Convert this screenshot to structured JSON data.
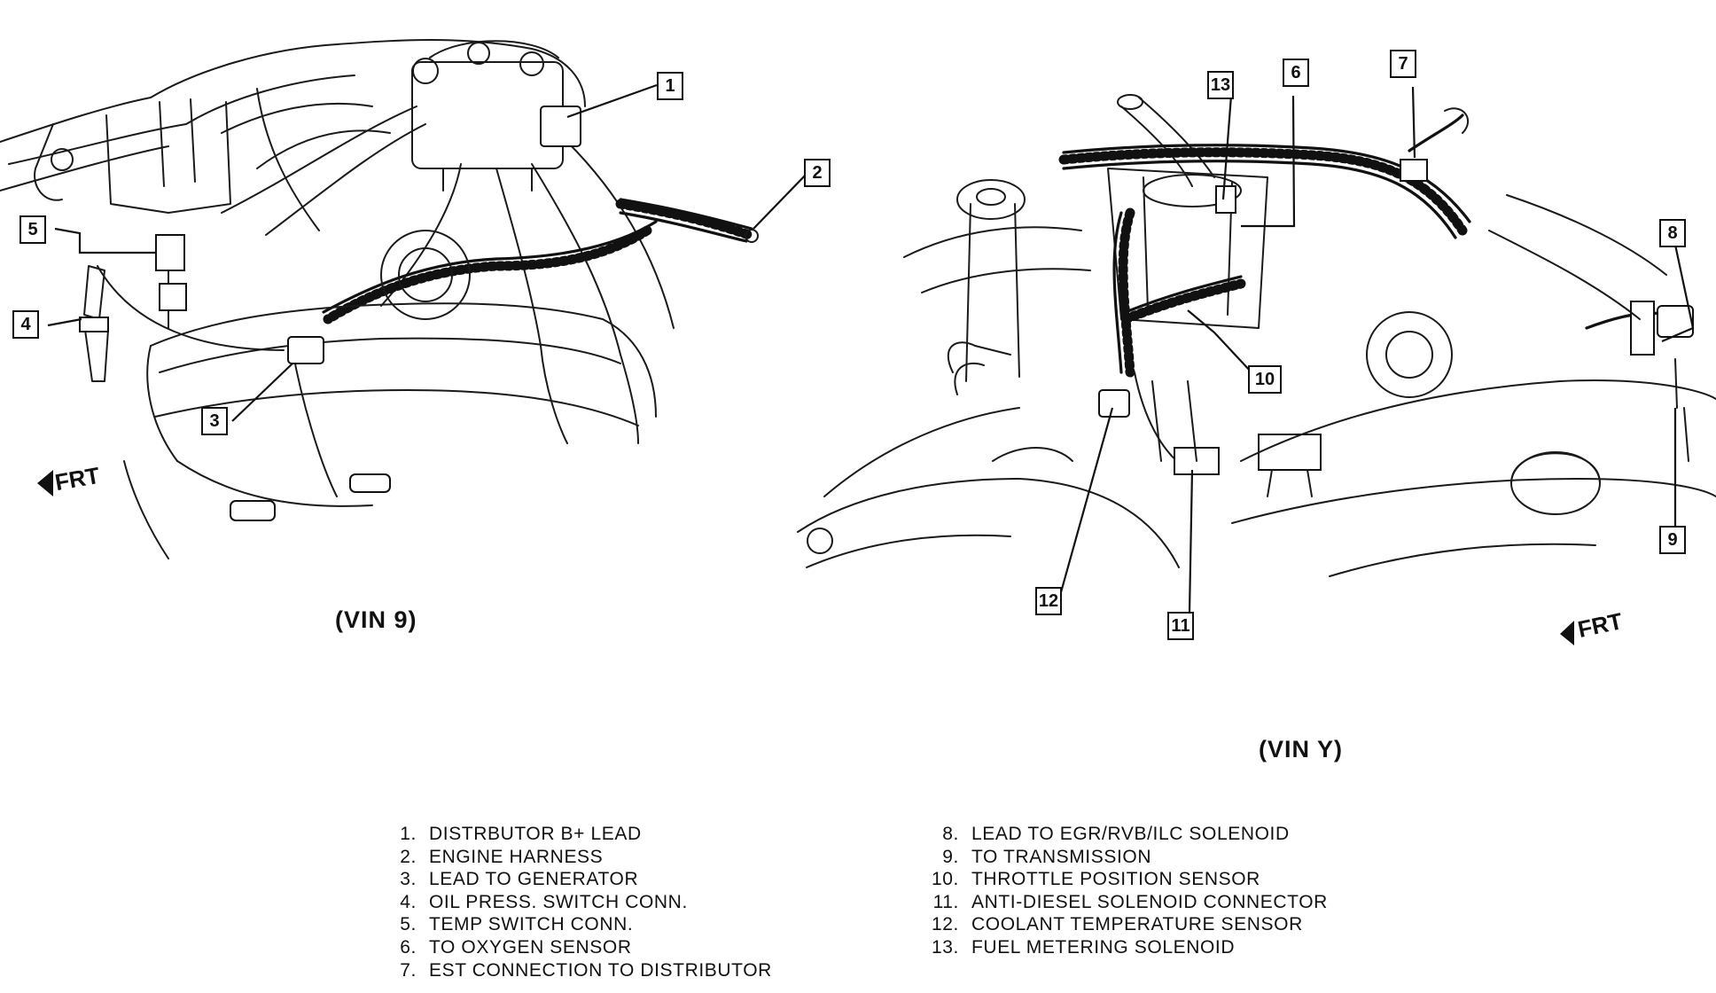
{
  "diagrams": [
    {
      "label": "(VIN 9)",
      "frt": "FRT"
    },
    {
      "label": "(VIN Y)",
      "frt": "FRT"
    }
  ],
  "callouts": [
    "1",
    "2",
    "3",
    "4",
    "5",
    "6",
    "7",
    "8",
    "9",
    "10",
    "11",
    "12",
    "13"
  ],
  "legend_left": [
    {
      "num": "1.",
      "text": "DISTRBUTOR B+ LEAD"
    },
    {
      "num": "2.",
      "text": "ENGINE HARNESS"
    },
    {
      "num": "3.",
      "text": "LEAD TO GENERATOR"
    },
    {
      "num": "4.",
      "text": "OIL PRESS. SWITCH CONN."
    },
    {
      "num": "5.",
      "text": "TEMP SWITCH CONN."
    },
    {
      "num": "6.",
      "text": "TO OXYGEN SENSOR"
    },
    {
      "num": "7.",
      "text": "EST CONNECTION TO DISTRIBUTOR"
    }
  ],
  "legend_right": [
    {
      "num": "8.",
      "text": "LEAD TO EGR/RVB/ILC SOLENOID"
    },
    {
      "num": "9.",
      "text": "TO TRANSMISSION"
    },
    {
      "num": "10.",
      "text": "THROTTLE POSITION SENSOR"
    },
    {
      "num": "11.",
      "text": "ANTI-DIESEL SOLENOID CONNECTOR"
    },
    {
      "num": "12.",
      "text": "COOLANT TEMPERATURE SENSOR"
    },
    {
      "num": "13.",
      "text": "FUEL METERING SOLENOID"
    }
  ]
}
